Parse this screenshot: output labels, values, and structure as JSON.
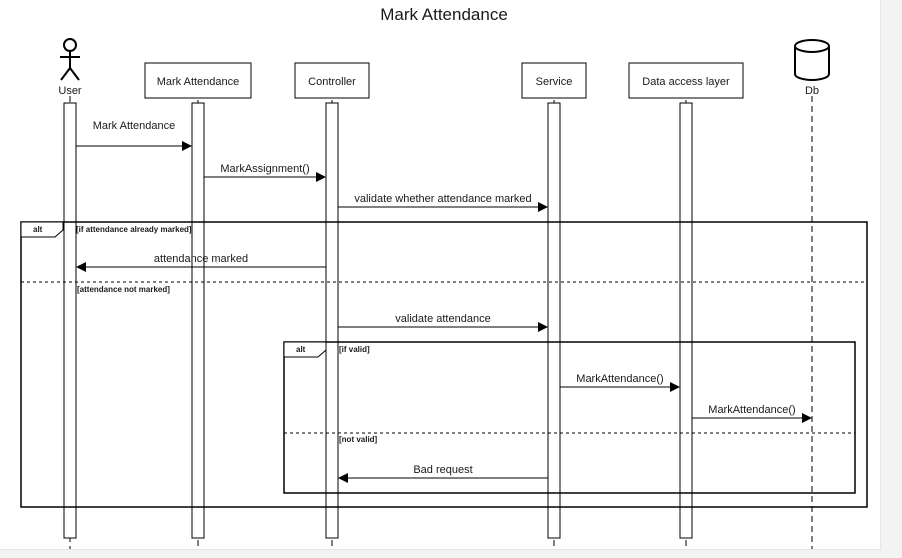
{
  "diagram": {
    "title": "Mark Attendance",
    "participants": {
      "user": "User",
      "mark_attendance": "Mark Attendance",
      "controller": "Controller",
      "service": "Service",
      "dal": "Data access layer",
      "db": "Db"
    },
    "messages": {
      "m1": "Mark Attendance",
      "m2": "MarkAssignment()",
      "m3": "validate whether attendance marked",
      "m4": "attendance marked",
      "m5": "validate attendance",
      "m6": "MarkAttendance()",
      "m7": "MarkAttendance()",
      "m8": "Bad request"
    },
    "fragments": {
      "outer": {
        "keyword": "alt",
        "guard1": "[if attendance already marked]",
        "guard2": "[attendance not marked]"
      },
      "inner": {
        "keyword": "alt",
        "guard1": "[if valid]",
        "guard2": "[not valid]"
      }
    }
  }
}
